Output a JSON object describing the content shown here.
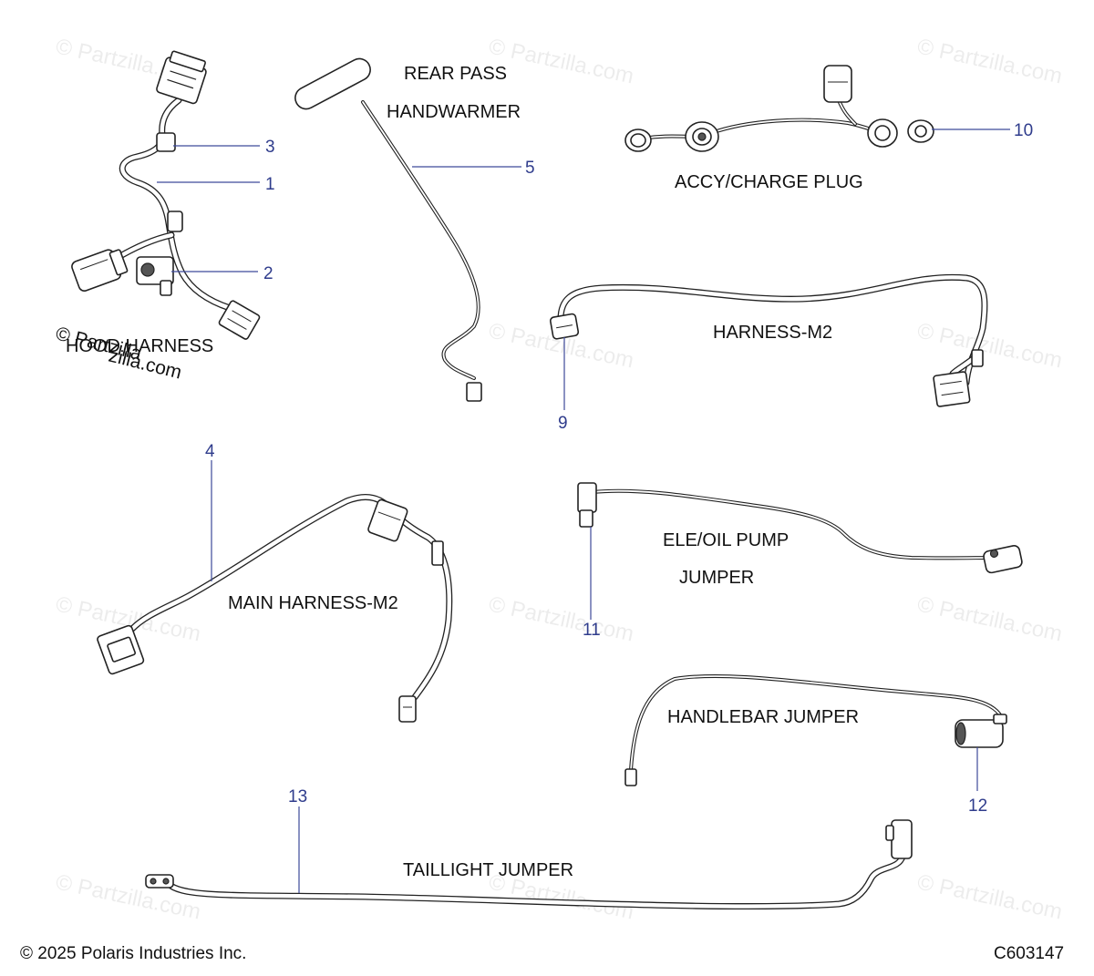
{
  "labels": {
    "rear_pass_1": "REAR PASS",
    "rear_pass_2": "HANDWARMER",
    "accy_charge": "ACCY/CHARGE PLUG",
    "harness_m2": "HARNESS-M2",
    "hood_harness": "HOOD HARNESS",
    "main_harness": "MAIN HARNESS-M2",
    "ele_oil_1": "ELE/OIL PUMP",
    "ele_oil_2": "JUMPER",
    "handlebar": "HANDLEBAR JUMPER",
    "taillight": "TAILLIGHT JUMPER"
  },
  "callouts": {
    "c1": "1",
    "c2": "2",
    "c3": "3",
    "c4": "4",
    "c5": "5",
    "c9": "9",
    "c10": "10",
    "c11": "11",
    "c12": "12",
    "c13": "13"
  },
  "watermark": {
    "text": "© Partzilla.com",
    "overlay_line1": "© Partzilla",
    "overlay_line2": "zilla.com"
  },
  "footer": {
    "copyright": "© 2025 Polaris Industries Inc.",
    "code": "C603147"
  }
}
